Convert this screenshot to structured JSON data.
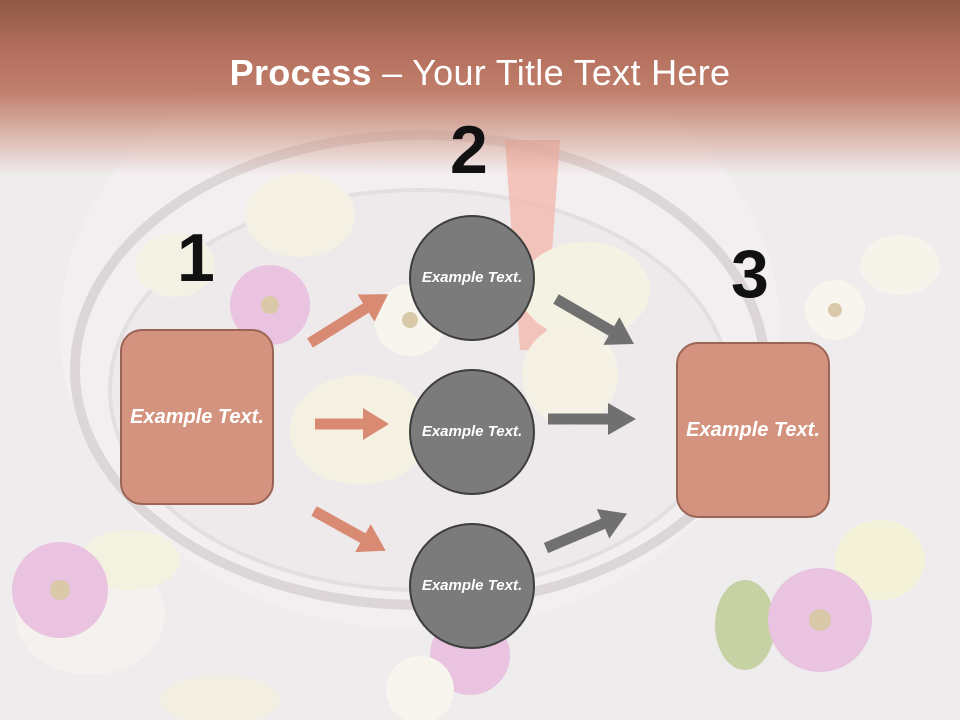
{
  "title": {
    "bold": "Process",
    "rest": " – Your Title Text Here"
  },
  "steps": {
    "one": "1",
    "two": "2",
    "three": "3"
  },
  "left_box": {
    "label": "Example Text."
  },
  "right_box": {
    "label": "Example Text."
  },
  "circles": [
    {
      "label": "Example Text."
    },
    {
      "label": "Example Text."
    },
    {
      "label": "Example Text."
    }
  ],
  "colors": {
    "header": "#b36f5c",
    "box_fill": "#d4937f",
    "circle_fill": "#7b7b7b",
    "arrow_salmon": "#d88a73",
    "arrow_gray": "#707070"
  }
}
